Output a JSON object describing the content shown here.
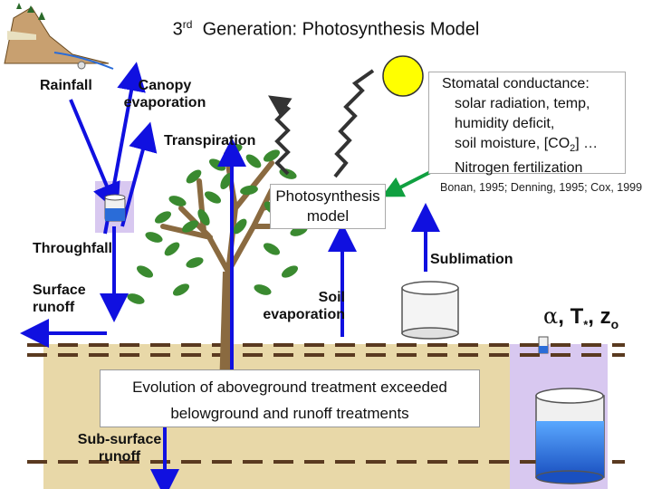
{
  "title": {
    "ordinal": "3",
    "ordinal_suffix": "rd",
    "text": "Generation: Photosynthesis Model"
  },
  "labels": {
    "rainfall": "Rainfall",
    "canopy_evaporation": "Canopy evaporation",
    "transpiration": "Transpiration",
    "stomatal": {
      "line1": "Stomatal conductance:",
      "line2": "solar radiation, temp,",
      "line3": "humidity deficit,",
      "line4_prefix": "soil moisture, [CO",
      "line4_sub": "2",
      "line4_suffix": "] …",
      "line5": "Nitrogen fertilization"
    },
    "photosynthesis_model": "Photosynthesis model",
    "citation": "Bonan, 1995; Denning, 1995; Cox, 1999",
    "throughfall": "Throughfall",
    "sublimation": "Sublimation",
    "surface_runoff": "Surface runoff",
    "soil_evaporation": "Soil evaporation",
    "params": {
      "alpha": "α",
      "sep1": ",",
      "t": "T",
      "t_sub": "*",
      "sep2": ",",
      "z": "z",
      "z_sub": "o"
    },
    "evolution": {
      "line1": "Evolution of aboveground treatment exceeded",
      "line2": "belowground and runoff treatments"
    },
    "subsurface_runoff": "Sub-surface runoff"
  },
  "colors": {
    "soil": "#e8d8a8",
    "snow_column": "#d8c8f0",
    "arrow_blue": "#1010e0",
    "arrow_green": "#10a040",
    "sun": "#ffff00",
    "water": "#2a6cd8",
    "tree_trunk": "#8a6a40",
    "leaf": "#3a8a30",
    "dash": "#5a3a20"
  }
}
